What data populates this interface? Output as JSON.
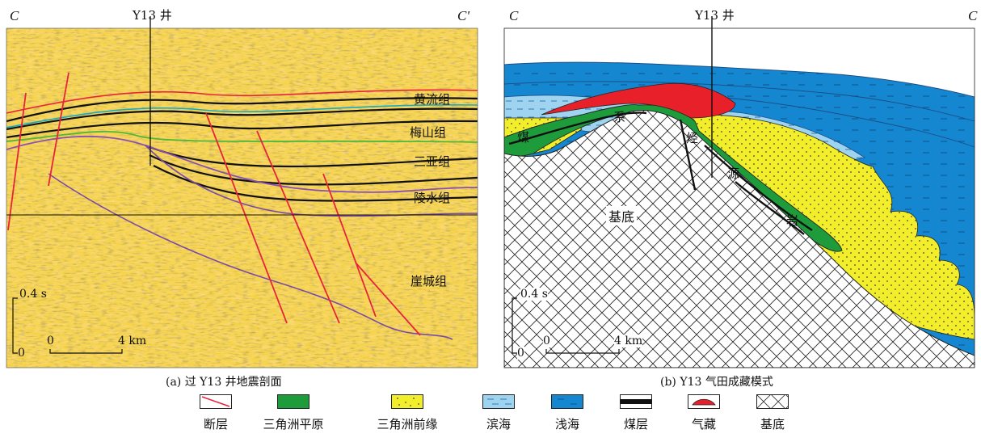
{
  "panel_a": {
    "left_label": "C",
    "right_label": "C'",
    "well_label": "Y13 井",
    "formations": [
      "黄流组",
      "梅山组",
      "三亚组",
      "陵水组",
      "崖城组"
    ],
    "scale": {
      "time": "0.4 s",
      "zero": "0",
      "dist_zero": "0",
      "dist": "4 km"
    },
    "caption": "(a) 过 Y13 井地震剖面"
  },
  "panel_b": {
    "left_label": "C",
    "right_label": "C",
    "well_label": "Y13 井",
    "basement_label": "基底",
    "coal_chars": [
      "煤",
      "系"
    ],
    "source_chars": [
      "烃",
      "源",
      "岩"
    ],
    "scale": {
      "time": "0.4 s",
      "zero": "0",
      "dist_zero": "0",
      "dist": "4 km"
    },
    "caption": "(b) Y13 气田成藏模式"
  },
  "colors": {
    "fault": "#e8243c",
    "delta_plain": "#1e9c3c",
    "delta_front": "#f3ee2a",
    "littoral": "#9ed4ef",
    "shallow_sea": "#1487d0",
    "coal": "#111111",
    "gas": "#e8202a"
  },
  "legend": [
    {
      "key": "fault",
      "label": "断层"
    },
    {
      "key": "delta_plain",
      "label": "三角洲平原"
    },
    {
      "key": "delta_front",
      "label": "三角洲前缘"
    },
    {
      "key": "littoral",
      "label": "滨海"
    },
    {
      "key": "shallow_sea",
      "label": "浅海"
    },
    {
      "key": "coal",
      "label": "煤层"
    },
    {
      "key": "gas",
      "label": "气藏"
    },
    {
      "key": "basement",
      "label": "基底"
    }
  ]
}
